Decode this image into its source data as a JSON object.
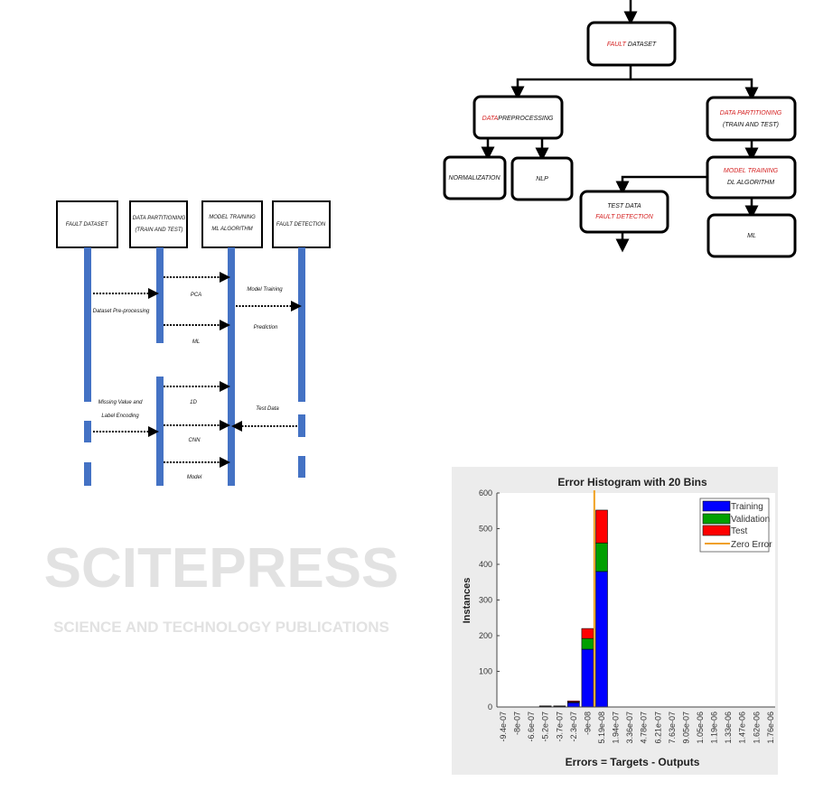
{
  "watermark": {
    "main": "SCITEPRESS",
    "sub": "SCIENCE AND TECHNOLOGY PUBLICATIONS"
  },
  "flowchart": {
    "fault_dataset": {
      "red": "FAULT",
      "black": "DATASET"
    },
    "data_preprocessing": {
      "red": "DATA",
      "black": "PREPROCESSING"
    },
    "data_partitioning": {
      "red": "DATA PARTITIONING",
      "black": "(TRAIN AND TEST)"
    },
    "normalization": "NORMALIZATION",
    "nlp": "NLP",
    "model_training": {
      "red": "MODEL TRAINING",
      "black": "DL ALGORITHM"
    },
    "test_data": {
      "black": "TEST DATA",
      "red": "FAULT DETECTION"
    },
    "ml": "ML"
  },
  "sequence": {
    "participants": [
      {
        "red": "FAULT DATASET",
        "black": ""
      },
      {
        "red": "DATA PARTITIONING",
        "black": "(TRAIN AND TEST)"
      },
      {
        "red": "MODEL TRAINING",
        "black": "ML ALGORITHM"
      },
      {
        "red": "FAULT DETECTION",
        "black": ""
      }
    ],
    "messages": {
      "pca": "PCA",
      "dataset_preprocessing": "Dataset Pre-processing",
      "model_training": "Model Training",
      "prediction": "Prediction",
      "ml": "ML",
      "missing_value_1": "Missing Value and",
      "missing_value_2": "Label Encoding",
      "one_d": "1D",
      "test_data": "Test Data",
      "cnn": "CNN",
      "model": "Model"
    },
    "lifeline_color": "#4472c4"
  },
  "chart_data": {
    "type": "bar",
    "title": "Error Histogram with 20 Bins",
    "xlabel": "Errors = Targets - Outputs",
    "ylabel": "Instances",
    "ylim": [
      0,
      600
    ],
    "yticks": [
      "0",
      "100",
      "200",
      "300",
      "400",
      "500",
      "600"
    ],
    "categories": [
      "-9.4e-07",
      "-8e-07",
      "-6.6e-07",
      "-5.2e-07",
      "-3.7e-07",
      "-2.3e-07",
      "-9e-08",
      "5.19e-08",
      "1.94e-07",
      "3.36e-07",
      "4.78e-07",
      "6.21e-07",
      "7.63e-07",
      "9.05e-07",
      "1.05e-06",
      "1.19e-06",
      "1.33e-06",
      "1.47e-06",
      "1.62e-06",
      "1.76e-06"
    ],
    "series": [
      {
        "name": "Training",
        "color": "#0000ff",
        "values": [
          0,
          0,
          0,
          2,
          2,
          12,
          162,
          380,
          0,
          0,
          0,
          0,
          0,
          0,
          0,
          0,
          0,
          0,
          0,
          0
        ]
      },
      {
        "name": "Validation",
        "color": "#00a000",
        "values": [
          0,
          0,
          0,
          0,
          0,
          2,
          30,
          80,
          0,
          0,
          0,
          0,
          0,
          0,
          0,
          0,
          0,
          0,
          0,
          0
        ]
      },
      {
        "name": "Test",
        "color": "#ff0000",
        "values": [
          0,
          0,
          0,
          1,
          1,
          3,
          28,
          92,
          0,
          0,
          0,
          0,
          0,
          0,
          0,
          0,
          0,
          0,
          0,
          0
        ]
      }
    ],
    "zero_error": {
      "name": "Zero Error",
      "color": "#f0a020",
      "x_bin_position": 7.35
    },
    "legend": "top-right",
    "grid": false
  }
}
